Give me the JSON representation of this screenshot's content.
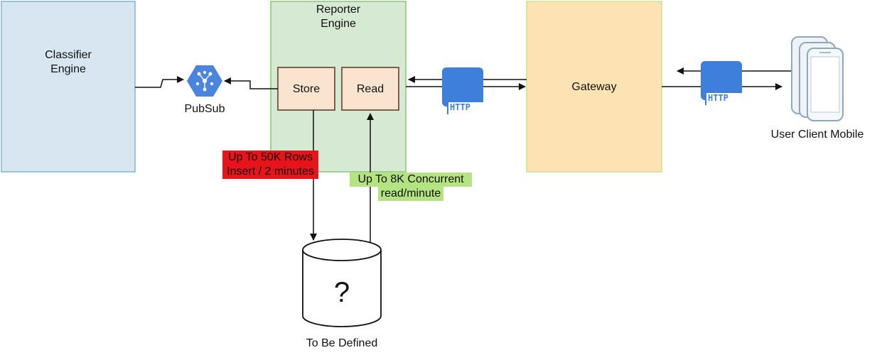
{
  "nodes": {
    "classifier": {
      "line1": "Classifier",
      "line2": "Engine"
    },
    "pubsub": {
      "label": "PubSub",
      "icon": "pubsub-hexagon-icon"
    },
    "reporter": {
      "line1": "Reporter",
      "line2": "Engine"
    },
    "store": {
      "label": "Store"
    },
    "read": {
      "label": "Read"
    },
    "gateway": {
      "label": "Gateway"
    },
    "http_left": {
      "label": "HTTP",
      "icon": "http-icon"
    },
    "http_right": {
      "label": "HTTP",
      "icon": "http-icon"
    },
    "mobile": {
      "label": "User Client Mobile",
      "icon": "mobile-devices-icon"
    },
    "database": {
      "label": "To Be Defined",
      "symbol": "?",
      "icon": "database-cylinder-icon"
    }
  },
  "notes": {
    "write_rate": {
      "line1": "Up To 50K Rows",
      "line2": "Insert / 2 minutes",
      "color": "#e8141b"
    },
    "read_rate": {
      "line1": "Up To 8K Concurrent",
      "line2": "read/minute",
      "color": "#b4e381"
    }
  },
  "colors": {
    "classifier_fill": "#d7e6f0",
    "classifier_border": "#7fb3d6",
    "reporter_fill": "#d6e9d3",
    "reporter_border": "#85c774",
    "inner_fill": "#fbe4cf",
    "inner_border": "#7f5f50",
    "gateway_fill": "#fde3b3",
    "gateway_border": "#c8e38a",
    "http_blue": "#3f7fdc",
    "pubsub_blue": "#4a84e0"
  }
}
